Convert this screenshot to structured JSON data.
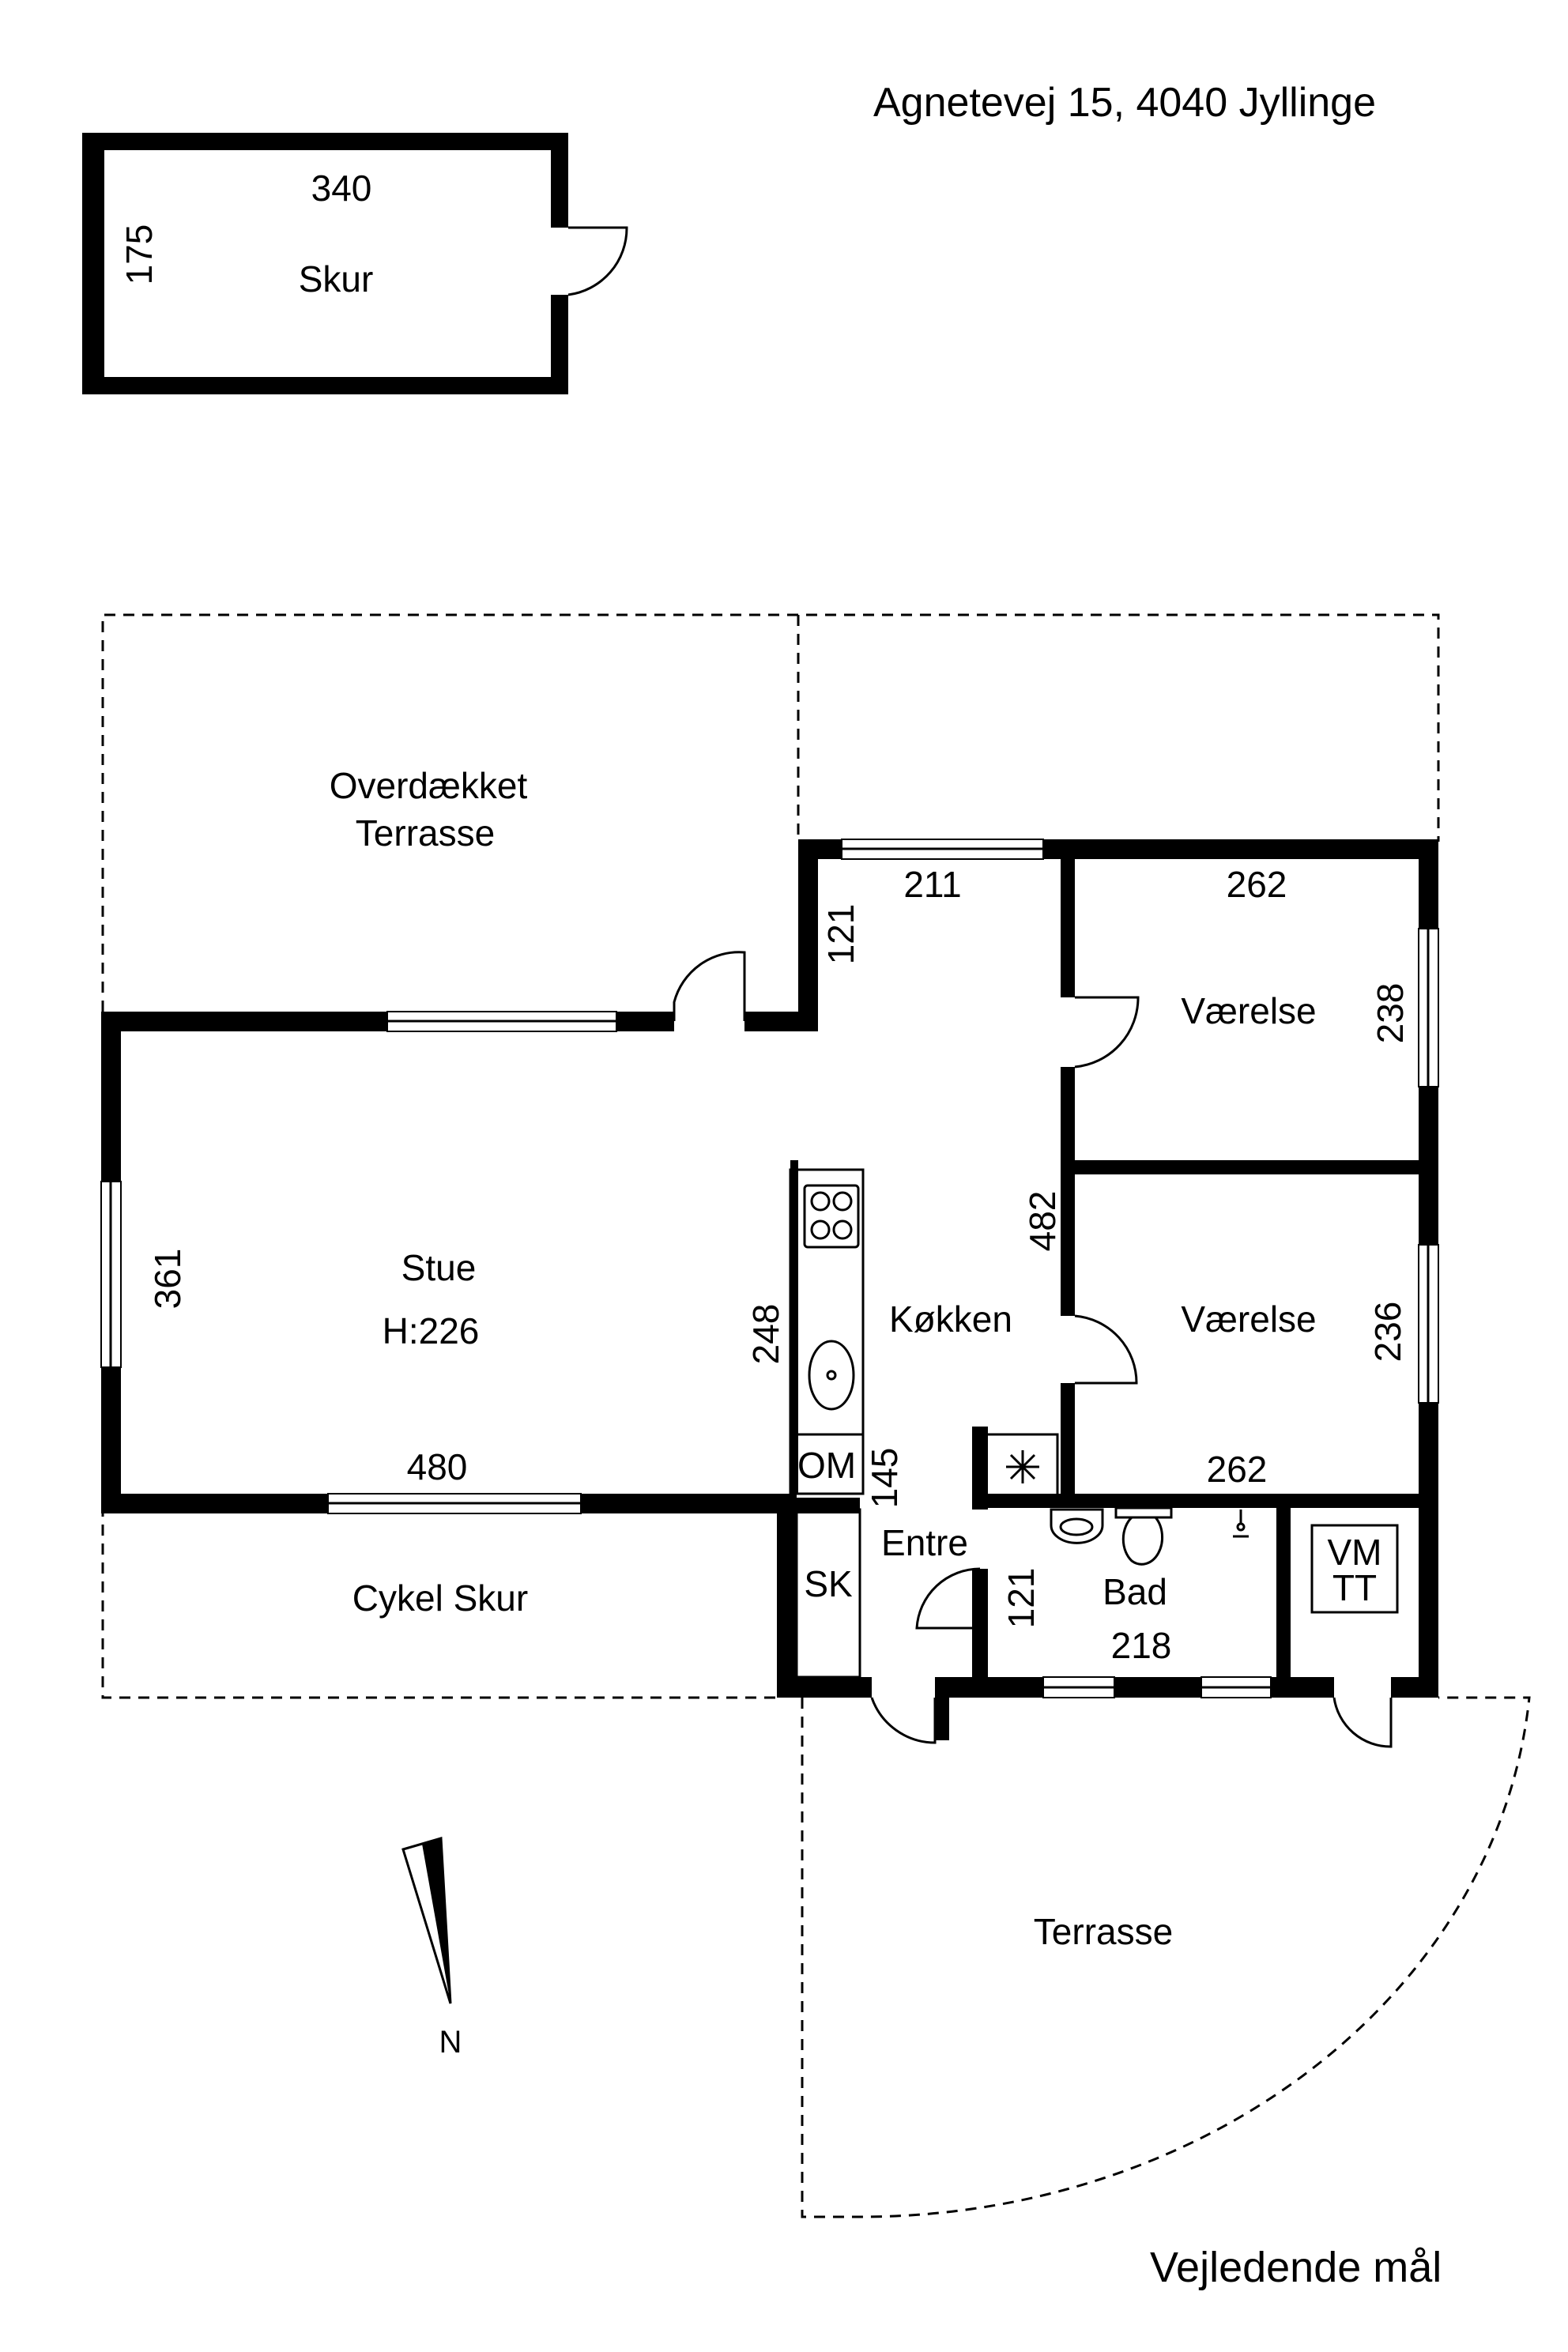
{
  "address": "Agnetevej 15, 4040 Jyllinge",
  "footer_note": "Vejledende mål",
  "compass": {
    "label": "N"
  },
  "shed": {
    "name": "Skur",
    "width": "340",
    "depth": "175"
  },
  "areas": {
    "covered_terrace_line1": "Overdækket",
    "covered_terrace_line2": "Terrasse",
    "bike_shed": "Cykel Skur",
    "terrace": "Terrasse"
  },
  "rooms": {
    "living": {
      "name": "Stue",
      "height": "H:226",
      "width": "480",
      "depth": "361"
    },
    "kitchen": {
      "name": "Køkken",
      "length": "248",
      "width": "211",
      "depth": "121"
    },
    "room1": {
      "name": "Værelse",
      "width": "262",
      "depth": "238"
    },
    "room2": {
      "name": "Værelse",
      "width": "262",
      "depth": "236"
    },
    "hall": {
      "name": "Entre",
      "length": "145",
      "wall": "482"
    },
    "bath": {
      "name": "Bad",
      "width": "218",
      "depth": "121"
    }
  },
  "fixtures": {
    "om": "OM",
    "sk": "SK",
    "vm_line1": "VM",
    "vm_line2": "TT"
  }
}
